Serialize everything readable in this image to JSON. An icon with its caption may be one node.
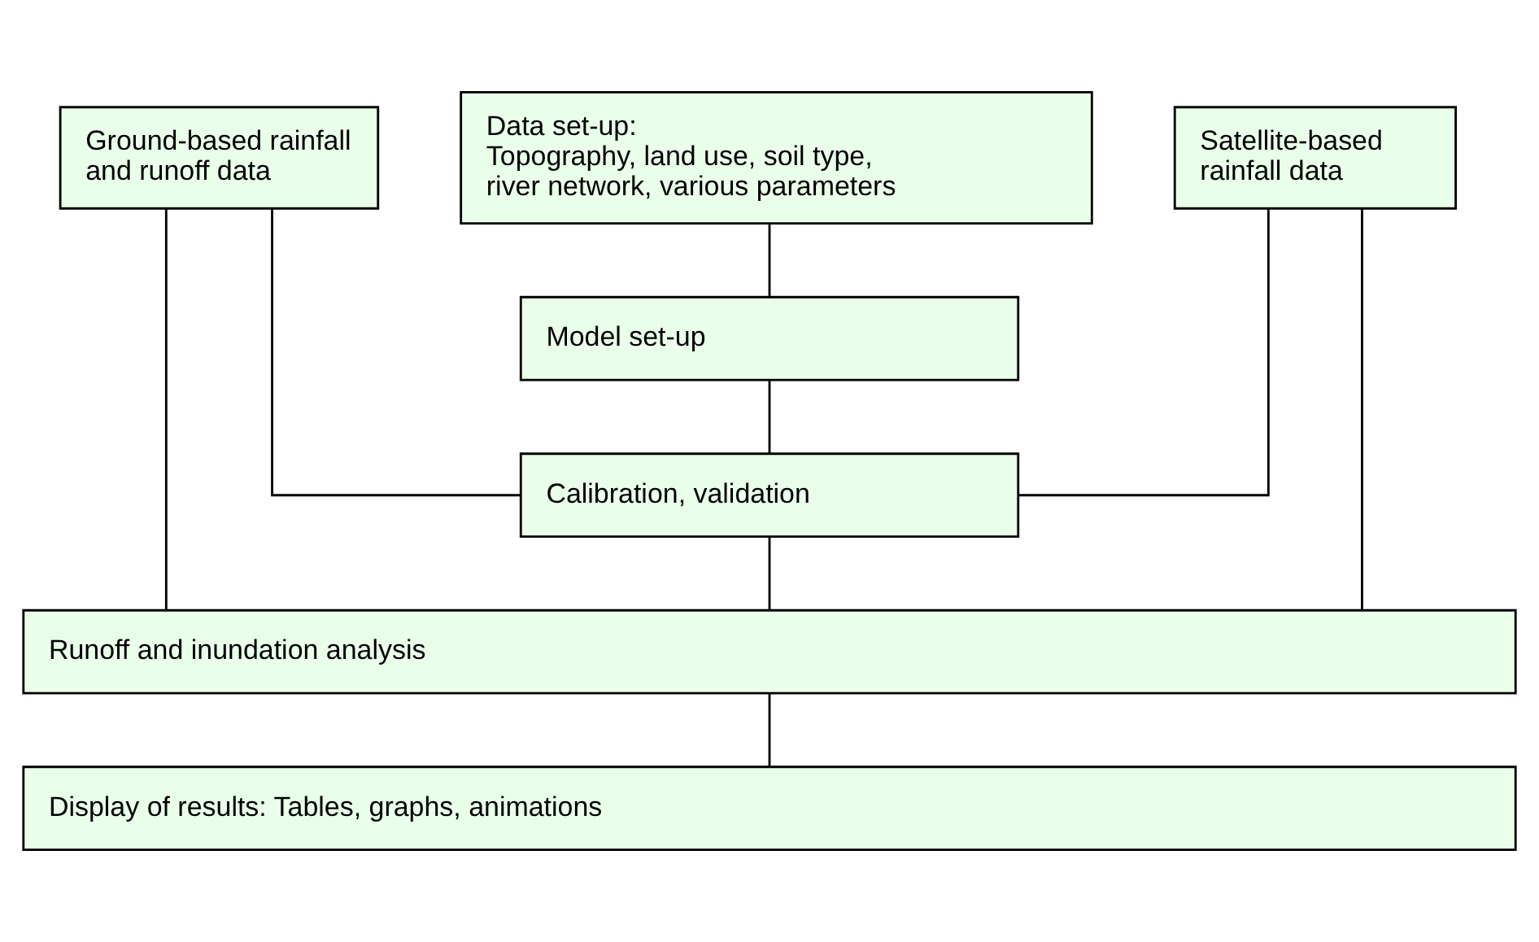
{
  "diagram": {
    "nodes": [
      {
        "text": [
          "Data set-up:",
          "Topography, land use, soil type, river network, various parameters"
        ]
      },
      {
        "text": [
          "Ground-based rainfall and runoff data"
        ]
      },
      {
        "text": [
          "Satellite-based rainfall data"
        ]
      },
      {
        "text": [
          "Model set-up"
        ]
      },
      {
        "text": [
          "Calibration, validation"
        ]
      },
      {
        "text": [
          "Runoff and inundation analysis"
        ]
      },
      {
        "text": [
          "Display of results: Tables, graphs, animations"
        ]
      }
    ],
    "edges": [
      {
        "from": 0,
        "to": 3,
        "arrow": "none"
      },
      {
        "from": 3,
        "to": 4,
        "arrow": "none"
      },
      {
        "from": 1,
        "to": 4,
        "arrow": "none"
      },
      {
        "from": 2,
        "to": 4,
        "arrow": "none"
      },
      {
        "from": 4,
        "to": 5,
        "arrow": "none"
      },
      {
        "from": 1,
        "to": 5,
        "arrow": "none"
      },
      {
        "from": 2,
        "to": 5,
        "arrow": "none"
      },
      {
        "from": 5,
        "to": 6,
        "arrow": "none"
      }
    ]
  }
}
